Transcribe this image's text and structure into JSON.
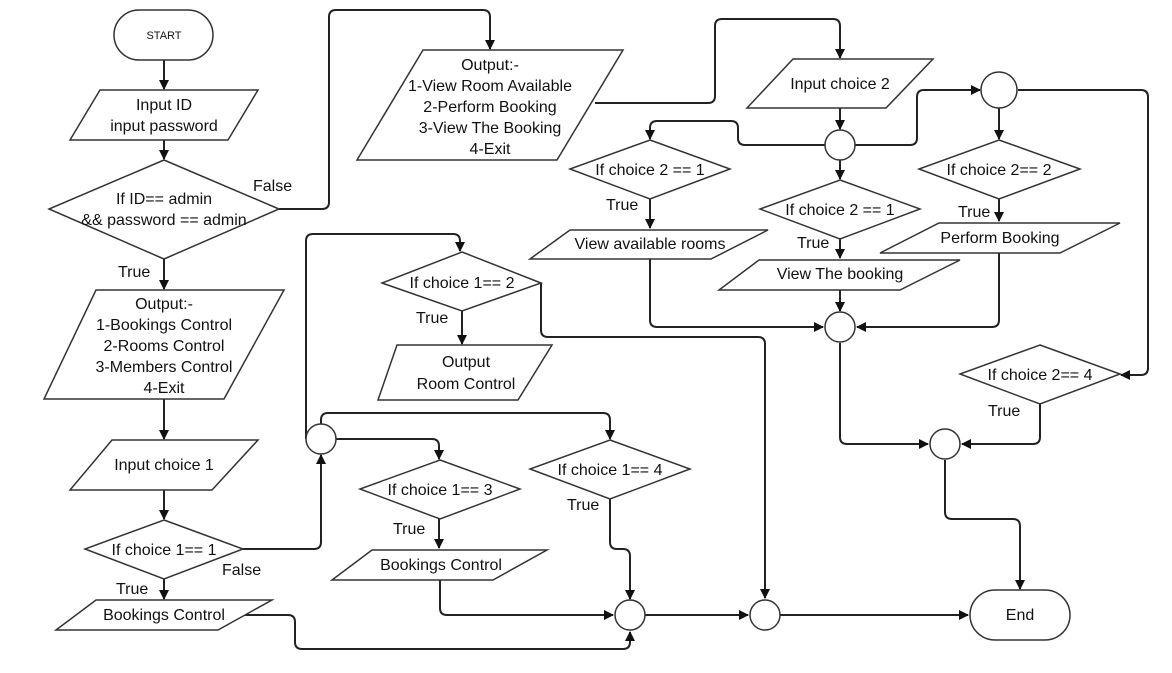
{
  "title": "Hotel booking system flowchart",
  "nodes": {
    "start": {
      "type": "terminal",
      "text": [
        "START"
      ]
    },
    "input_login": {
      "type": "io",
      "text": [
        "Input ID",
        "input password"
      ]
    },
    "if_admin": {
      "type": "decision",
      "text": [
        "If ID== admin",
        "&& password == admin"
      ]
    },
    "menu1": {
      "type": "io",
      "text": [
        "Output:-",
        "1-Bookings Control",
        "2-Rooms Control",
        "3-Members Control",
        "4-Exit"
      ]
    },
    "input_choice1": {
      "type": "io",
      "text": [
        "Input choice 1"
      ]
    },
    "if_c1_1": {
      "type": "decision",
      "text": [
        "If choice 1== 1"
      ]
    },
    "bookings_control_1": {
      "type": "io",
      "text": [
        "Bookings Control"
      ]
    },
    "join_c1": {
      "type": "connector",
      "text": []
    },
    "if_c1_2": {
      "type": "decision",
      "text": [
        "If choice 1== 2"
      ]
    },
    "output_room_control": {
      "type": "io",
      "text": [
        "Output",
        "Room Control"
      ]
    },
    "if_c1_3": {
      "type": "decision",
      "text": [
        "If choice 1== 3"
      ]
    },
    "bookings_control_3": {
      "type": "io",
      "text": [
        "Bookings Control"
      ]
    },
    "if_c1_4": {
      "type": "decision",
      "text": [
        "If choice 1== 4"
      ]
    },
    "merge_a": {
      "type": "connector",
      "text": []
    },
    "merge_b": {
      "type": "connector",
      "text": []
    },
    "end": {
      "type": "terminal",
      "text": [
        "End"
      ]
    },
    "menu2": {
      "type": "io",
      "text": [
        "Output:-",
        "1-View Room Available",
        "2-Perform Booking",
        "3-View The Booking",
        "4-Exit"
      ]
    },
    "input_choice2": {
      "type": "io",
      "text": [
        "Input choice 2"
      ]
    },
    "join_c2": {
      "type": "connector",
      "text": []
    },
    "join_c2_right": {
      "type": "connector",
      "text": []
    },
    "if_c2_1a": {
      "type": "decision",
      "text": [
        "If choice 2 == 1"
      ]
    },
    "view_available_rooms": {
      "type": "io",
      "text": [
        "View available rooms"
      ]
    },
    "if_c2_1b": {
      "type": "decision",
      "text": [
        "If choice 2 == 1"
      ]
    },
    "view_the_booking": {
      "type": "io",
      "text": [
        "View The booking"
      ]
    },
    "if_c2_2": {
      "type": "decision",
      "text": [
        "If choice 2== 2"
      ]
    },
    "perform_booking": {
      "type": "io",
      "text": [
        "Perform Booking"
      ]
    },
    "merge_c2": {
      "type": "connector",
      "text": []
    },
    "if_c2_4": {
      "type": "decision",
      "text": [
        "If choice 2== 4"
      ]
    },
    "merge_end": {
      "type": "connector",
      "text": []
    }
  },
  "edge_labels": {
    "false_admin": "False",
    "true_admin": "True",
    "true_c1_1": "True",
    "false_c1_1": "False",
    "true_c1_2": "True",
    "true_c1_3": "True",
    "true_c1_4": "True",
    "true_c2_1a": "True",
    "true_c2_1b": "True",
    "true_c2_2": "True",
    "true_c2_4": "True"
  }
}
